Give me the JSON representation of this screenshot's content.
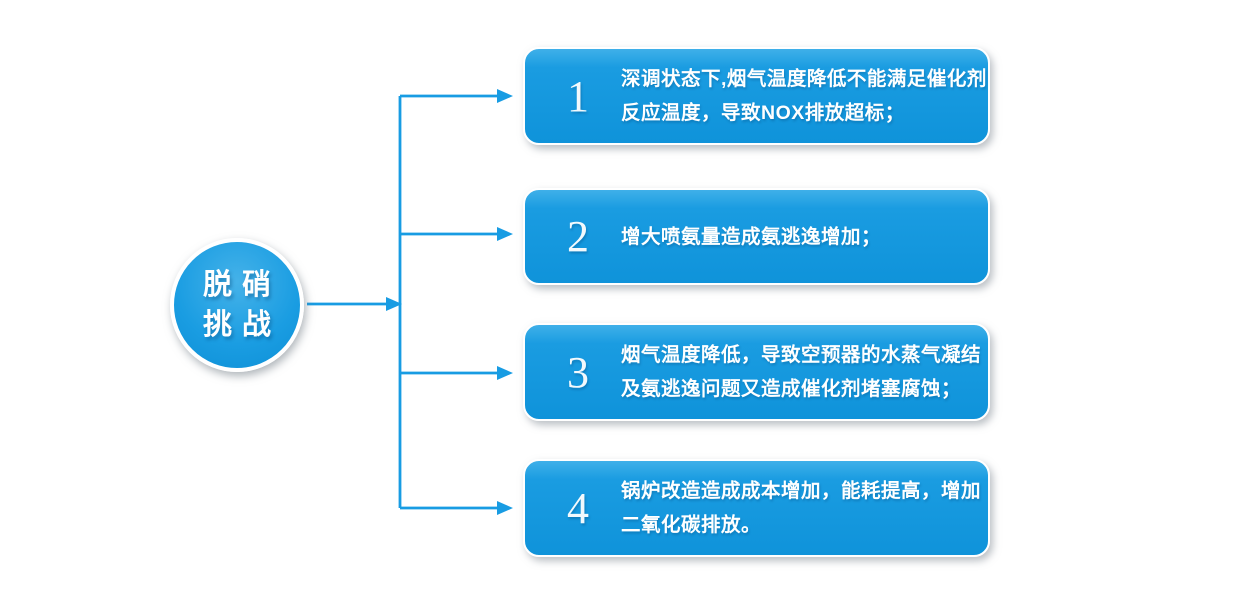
{
  "hub": {
    "line1": "脱硝",
    "line2": "挑战"
  },
  "cards": [
    {
      "number": "1",
      "lines": [
        "深调状态下,烟气温度降低不能满足催化剂",
        "反应温度，导致NOX排放超标；"
      ]
    },
    {
      "number": "2",
      "lines": [
        "增大喷氨量造成氨逃逸增加；"
      ]
    },
    {
      "number": "3",
      "lines": [
        "烟气温度降低，导致空预器的水蒸气凝结",
        "及氨逃逸问题又造成催化剂堵塞腐蚀；"
      ]
    },
    {
      "number": "4",
      "lines": [
        "锅炉改造造成成本增加，能耗提高，增加",
        "二氧化碳排放。"
      ]
    }
  ],
  "colors": {
    "accent": "#189ce3",
    "card_top": "#3fb0e9",
    "card_mid": "#1a9ce1",
    "card_bottom": "#0f93da",
    "text_color": "#ffffff"
  }
}
